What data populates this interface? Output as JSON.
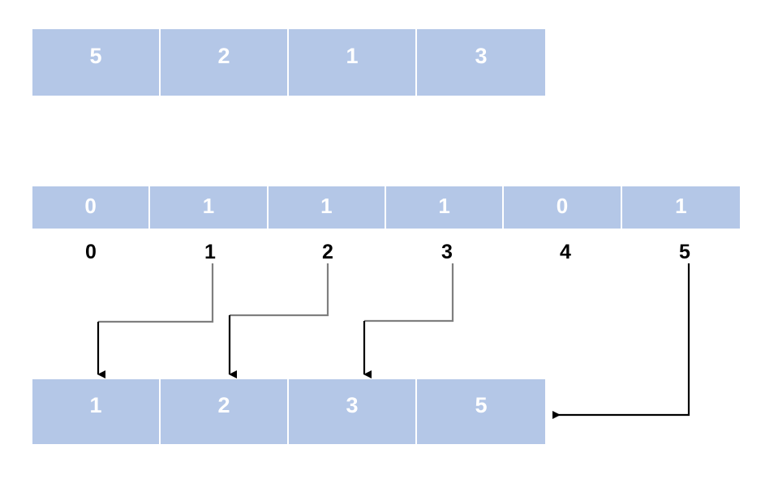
{
  "diagram": {
    "title": "counting-sort-placement-diagram",
    "colors": {
      "cell_fill": "#b4c7e7",
      "cell_text": "#ffffff",
      "label_text": "#000000",
      "connector_gray": "#7f7f7f",
      "arrow_black": "#000000",
      "background": "#ffffff"
    },
    "top_array": {
      "name": "input-array",
      "values": [
        "5",
        "2",
        "1",
        "3"
      ]
    },
    "middle_array": {
      "name": "count-array",
      "values": [
        "0",
        "1",
        "1",
        "1",
        "0",
        "1"
      ],
      "index_labels": [
        "0",
        "1",
        "2",
        "3",
        "4",
        "5"
      ]
    },
    "bottom_array": {
      "name": "output-array",
      "values": [
        "1",
        "2",
        "3",
        "5"
      ]
    },
    "connectors": [
      {
        "name": "connector-index-1-to-output-slot-0",
        "from_index_label": "1",
        "to_output_slot": "0",
        "direction": "down"
      },
      {
        "name": "connector-index-2-to-output-slot-1",
        "from_index_label": "2",
        "to_output_slot": "1",
        "direction": "down"
      },
      {
        "name": "connector-index-3-to-output-slot-2",
        "from_index_label": "3",
        "to_output_slot": "2",
        "direction": "down"
      },
      {
        "name": "connector-index-5-to-output-right-edge",
        "from_index_label": "5",
        "to_output_slot": "3",
        "direction": "left"
      }
    ]
  }
}
